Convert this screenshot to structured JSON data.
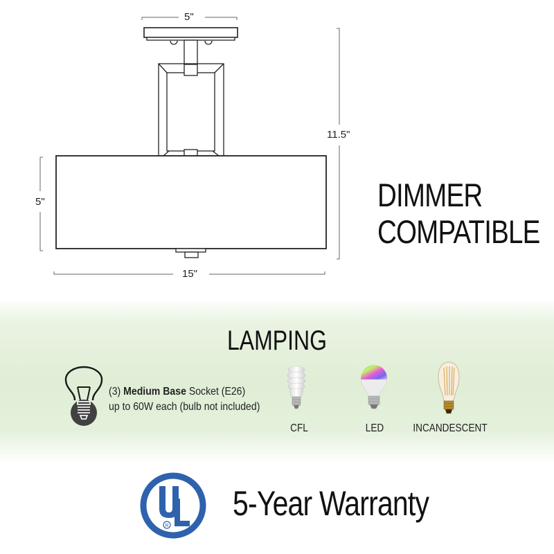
{
  "dimensions": {
    "canopy_width": "5\"",
    "overall_height": "11.5\"",
    "shade_height": "5\"",
    "shade_width": "15\""
  },
  "feature": {
    "line1": "DIMMER",
    "line2": "COMPATIBLE"
  },
  "lamping": {
    "title": "LAMPING",
    "socket": {
      "count": "(3)",
      "base_type": "Medium Base",
      "socket_suffix": "Socket (E26)",
      "wattage_note": "up to 60W each (bulb not included)"
    },
    "bulbs": [
      {
        "label": "CFL",
        "icon": "cfl-bulb-icon"
      },
      {
        "label": "LED",
        "icon": "led-bulb-icon"
      },
      {
        "label": "INCANDESCENT",
        "icon": "incandescent-bulb-icon"
      }
    ]
  },
  "certification": {
    "logo": "UL",
    "registered_mark": "R",
    "warranty": "5-Year Warranty",
    "brand_color": "#2f62ad"
  },
  "colors": {
    "band_green": "#e0eed6",
    "line": "#222222",
    "dim_line": "#666666"
  }
}
